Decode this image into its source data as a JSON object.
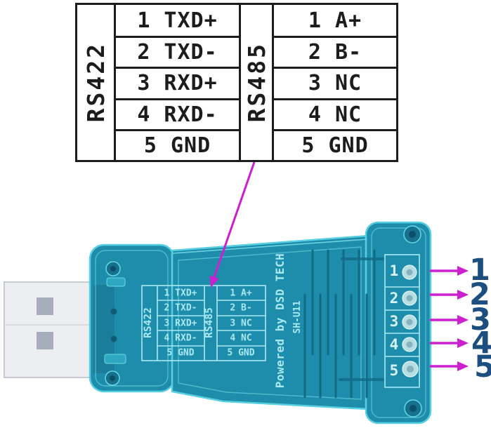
{
  "pinout_table": {
    "rs422": {
      "label": "RS422",
      "rows": [
        "1 TXD+",
        "2 TXD-",
        "3 RXD+",
        "4 RXD-",
        "5 GND"
      ]
    },
    "rs485": {
      "label": "RS485",
      "rows": [
        "1 A+",
        "2 B-",
        "3 NC",
        "4 NC",
        "5 GND"
      ]
    }
  },
  "device": {
    "print_table": {
      "rs422": {
        "label": "RS422",
        "rows": [
          "1 TXD+",
          "2 TXD-",
          "3 RXD+",
          "4 RXD-",
          "5 GND"
        ]
      },
      "rs485": {
        "label": "RS485",
        "rows": [
          "1 A+",
          "2 B-",
          "3 NC",
          "4 NC",
          "5 GND"
        ]
      }
    },
    "brand_text": "Powered by DSD TECH",
    "model_text": "SH-U11",
    "terminal_labels": [
      "1",
      "2",
      "3",
      "4",
      "5"
    ]
  },
  "callouts": {
    "numbers": [
      "1",
      "2",
      "3",
      "4",
      "5"
    ]
  },
  "colors": {
    "table_border": "#1c1c1c",
    "device_body_teal": "#1e8dac",
    "device_edge_cyan": "#58cfe0",
    "device_print_cyan": "#a9e9f1",
    "arrow_magenta": "#cc1fd0",
    "callout_number_navy": "#1d4e80",
    "usb_metal": "#edeef0"
  }
}
